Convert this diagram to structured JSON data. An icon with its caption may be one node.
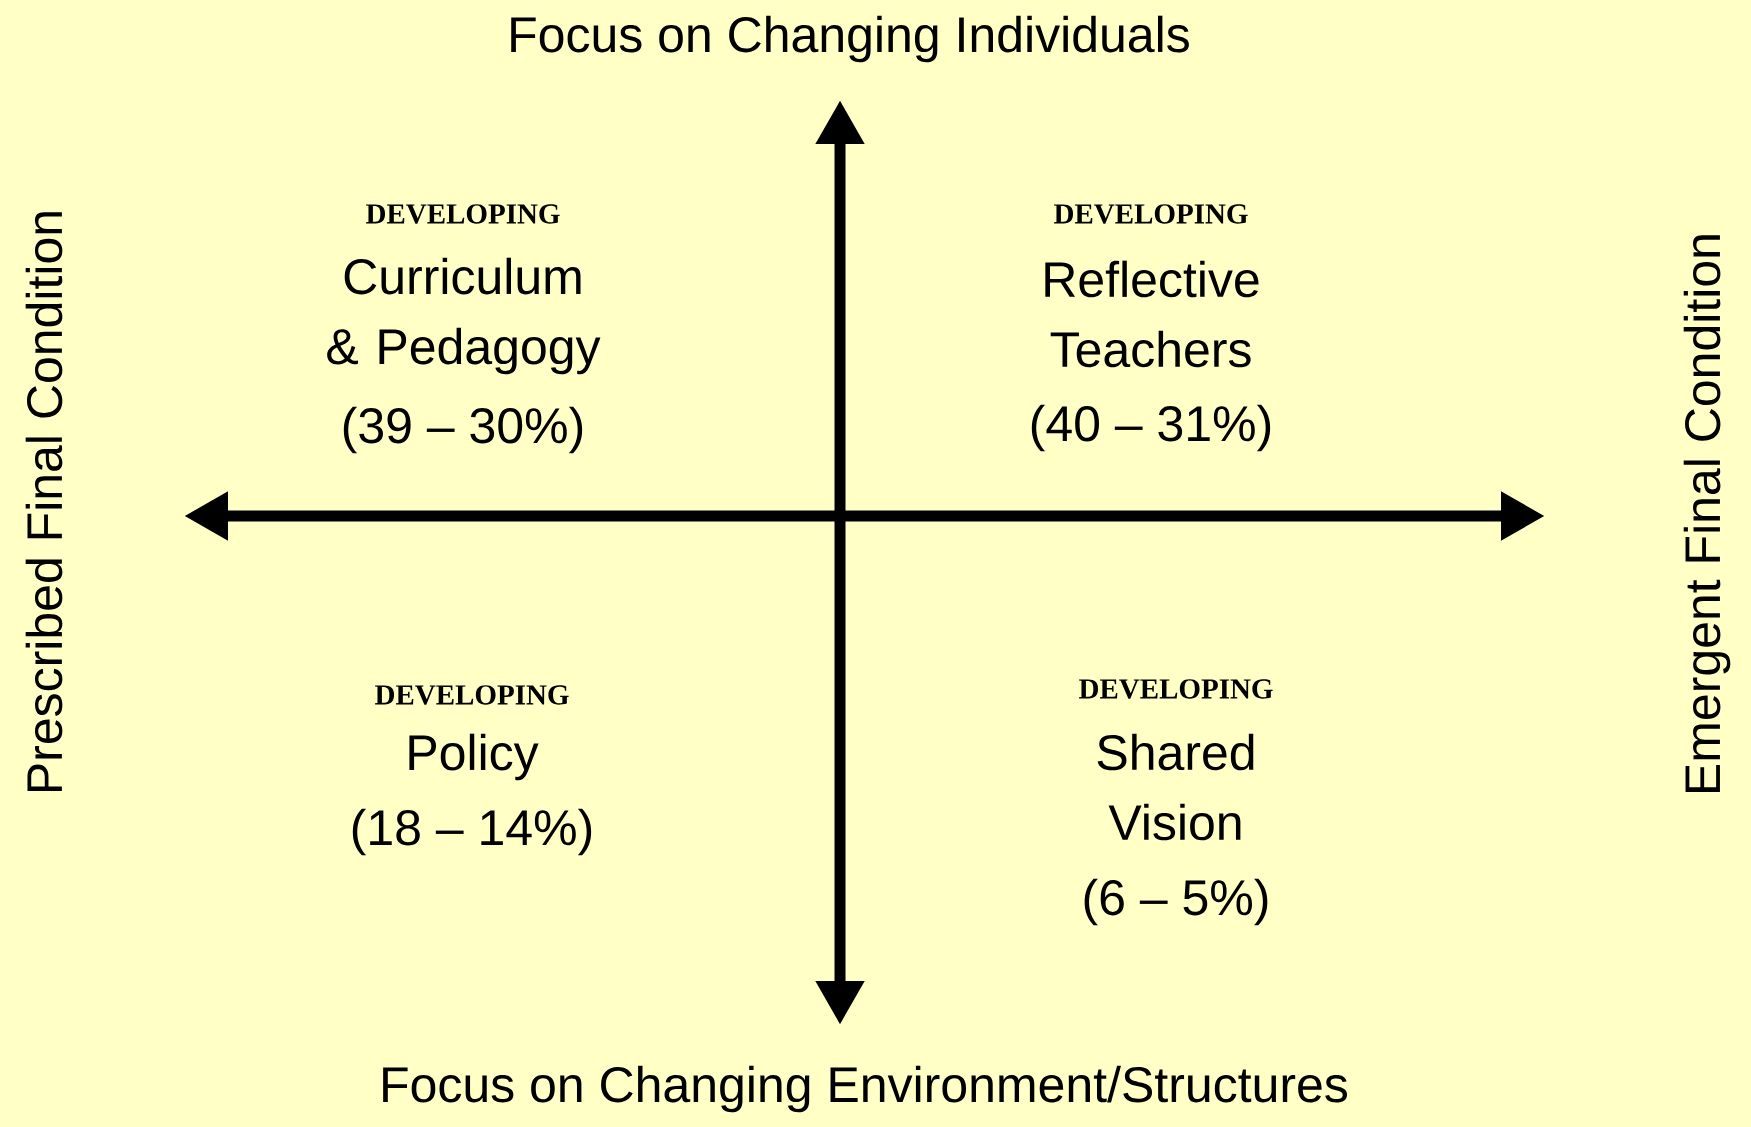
{
  "diagram": {
    "labels": [
      "Focus on Changing Individuals",
      "Prescribed Final Condition",
      "DEVELOPING",
      "Curriculum & Pedagogy",
      "(39 – 30%)",
      "DEVELOPING",
      "Reflective Teachers",
      "(40 – 31%)",
      "Emergent Final Condition",
      "DEVELOPING",
      "Policy",
      "(18 – 14%)",
      "DEVELOPING",
      "Shared Vision",
      "(6 – 5%)",
      "Focus on Changing Environment/Structures"
    ]
  }
}
